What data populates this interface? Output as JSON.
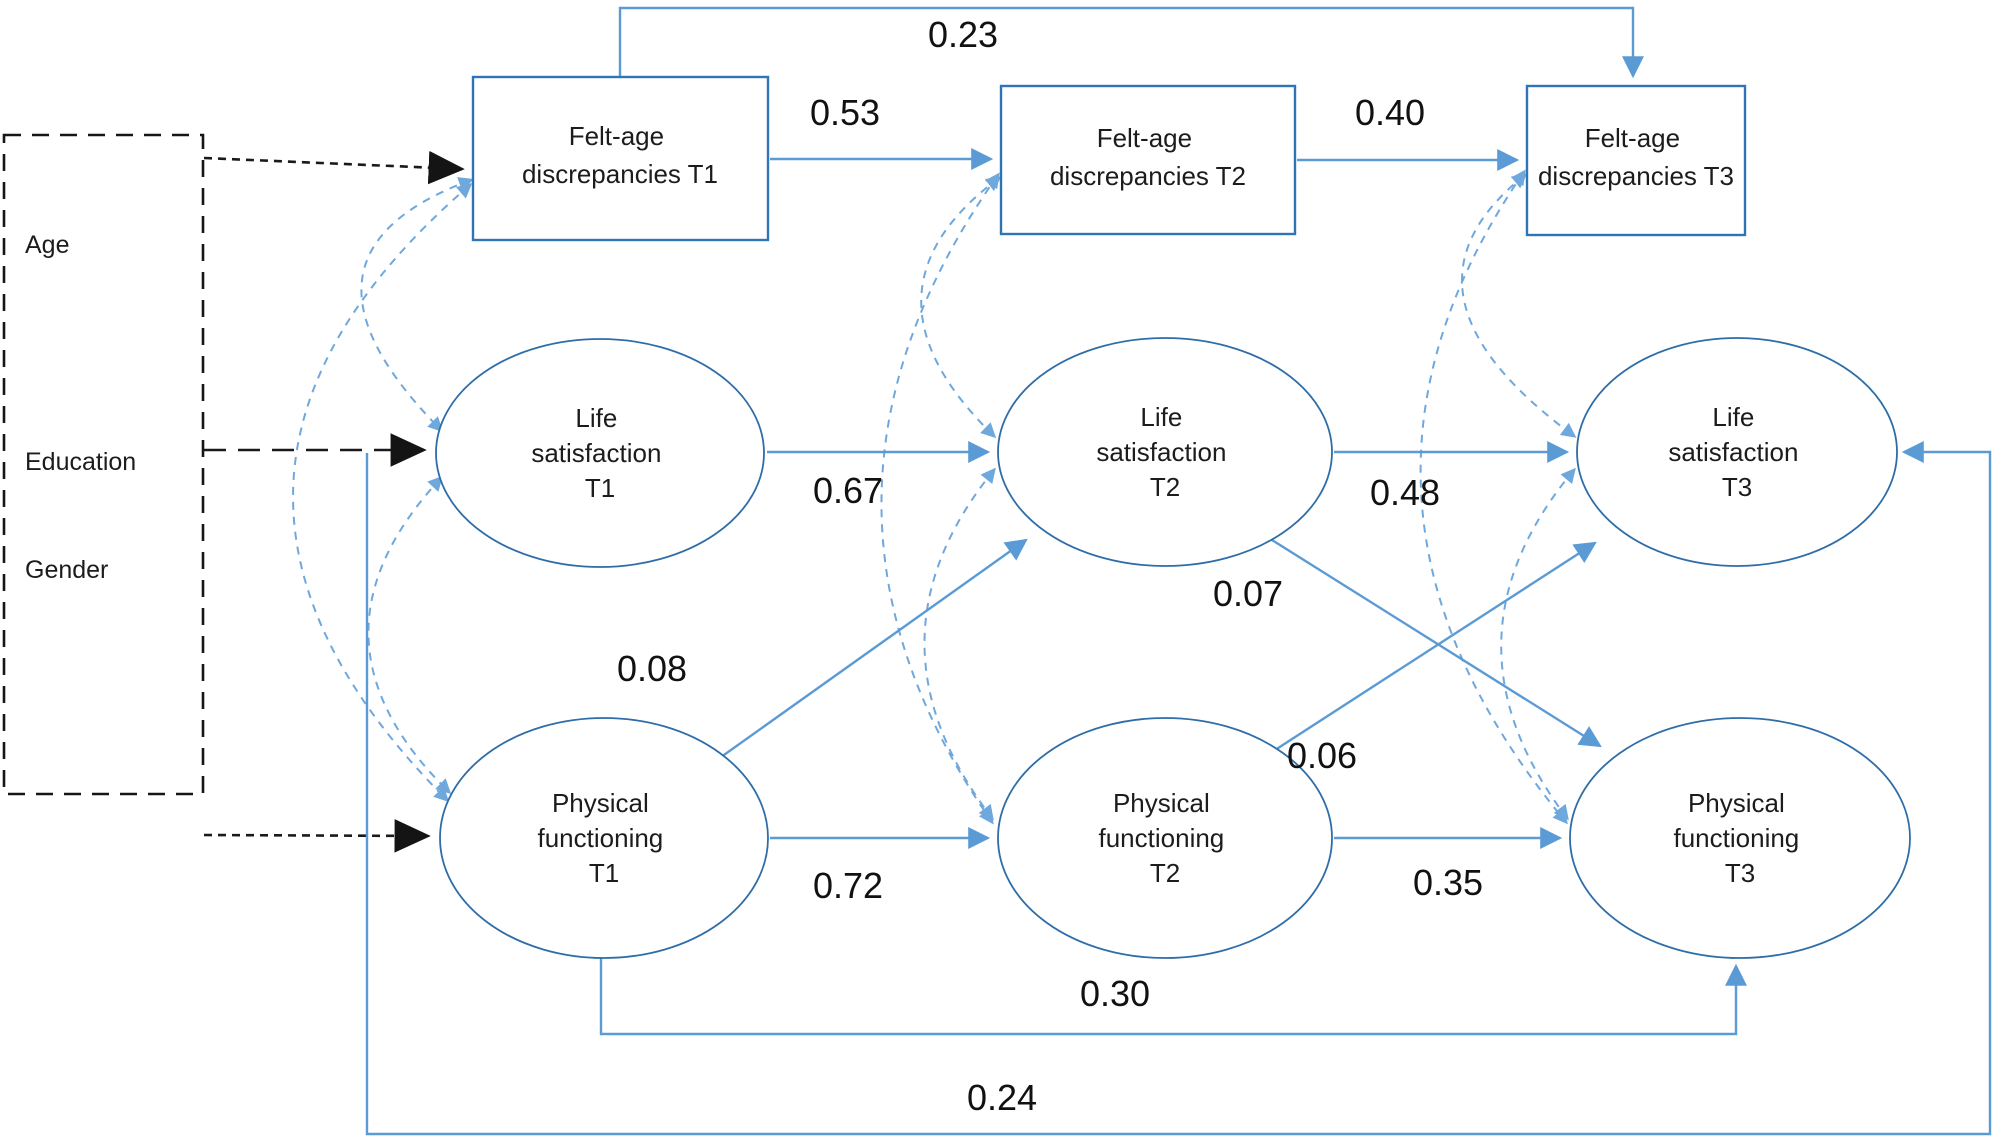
{
  "diagram_type": "cross-lagged structural equation model",
  "covariates": {
    "age": "Age",
    "education": "Education",
    "gender": "Gender"
  },
  "nodes": {
    "fa1": {
      "l1": "Felt-age",
      "l2": "discrepancies T1"
    },
    "fa2": {
      "l1": "Felt-age",
      "l2": "discrepancies T2"
    },
    "fa3": {
      "l1": "Felt-age",
      "l2": "discrepancies T3"
    },
    "ls1": {
      "l1": "Life",
      "l2": "satisfaction",
      "l3": "T1"
    },
    "ls2": {
      "l1": "Life",
      "l2": "satisfaction",
      "l3": "T2"
    },
    "ls3": {
      "l1": "Life",
      "l2": "satisfaction",
      "l3": "T3"
    },
    "pf1": {
      "l1": "Physical",
      "l2": "functioning",
      "l3": "T1"
    },
    "pf2": {
      "l1": "Physical",
      "l2": "functioning",
      "l3": "T2"
    },
    "pf3": {
      "l1": "Physical",
      "l2": "functioning",
      "l3": "T3"
    }
  },
  "coefficients": {
    "fa1_fa2": "0.53",
    "fa2_fa3": "0.40",
    "fa1_fa3": "0.23",
    "ls1_ls2": "0.67",
    "ls2_ls3": "0.48",
    "ls1_ls3": "0.24",
    "pf1_pf2": "0.72",
    "pf2_pf3": "0.35",
    "pf1_pf3": "0.30",
    "pf1_ls2": "0.08",
    "ls2_pf3": "0.07",
    "pf2_ls3": "0.06"
  },
  "colors": {
    "solid_path_blue": "#5B9BD5",
    "dashed_path_blue": "#6FA8DC",
    "shape_stroke_blue": "#2E75B6",
    "black_dashed": "#1a1a1a"
  }
}
